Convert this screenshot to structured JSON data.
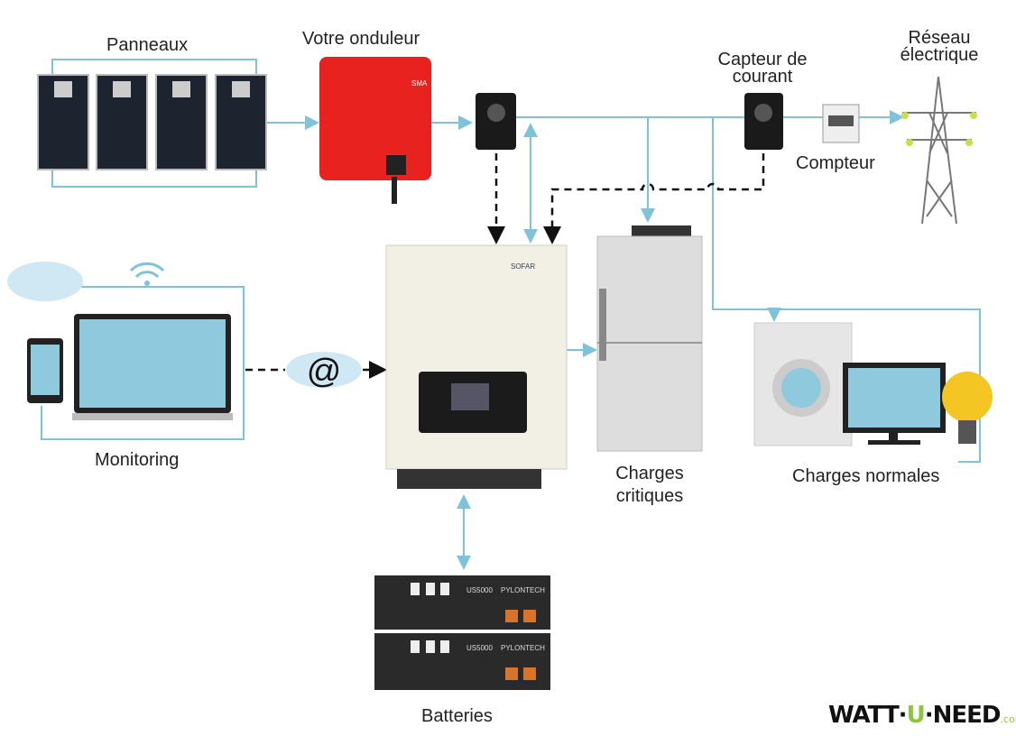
{
  "labels": {
    "panels": "Panneaux",
    "inverter": "Votre onduleur",
    "current_sensor": "Capteur de courant",
    "grid": "Réseau électrique",
    "meter": "Compteur",
    "monitoring": "Monitoring",
    "critical_loads": "Charges critiques",
    "normal_loads": "Charges normales",
    "batteries": "Batteries"
  },
  "devices": {
    "hybrid_inverter_brand": "SOFAR",
    "battery_model": "US5000",
    "battery_brand": "PYLONTECH",
    "inverter_brand": "SMA",
    "at_symbol": "@"
  },
  "logo": {
    "part1": "WATT·",
    "part2": "U",
    "part3": "·NEED",
    "suffix": ".com"
  },
  "colors": {
    "line": "#7fc3da",
    "inverter_red": "#e8231f",
    "logo_green": "#8cc63f",
    "dashed": "#111111"
  }
}
